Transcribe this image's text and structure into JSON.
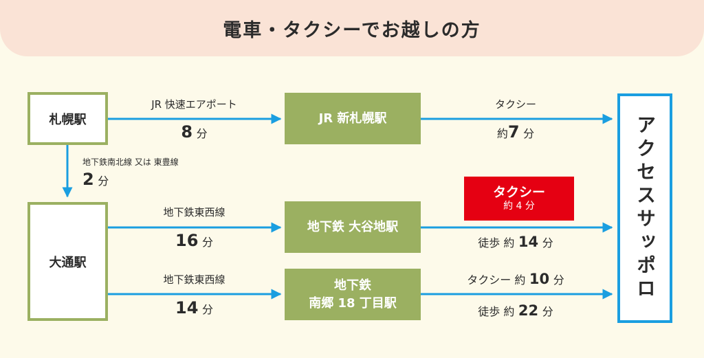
{
  "header": {
    "title": "電車・タクシーでお越しの方"
  },
  "stations": {
    "sapporo": "札幌駅",
    "odori": "大通駅",
    "shin_sapporo": "JR 新札幌駅",
    "oyachi": "地下鉄 大谷地駅",
    "nango_line1": "地下鉄",
    "nango_line2": "南郷 18 丁目駅",
    "destination": "アクセスサッポロ"
  },
  "routes": {
    "sapporo_to_shin": {
      "label": "JR 快速エアポート",
      "num": "8",
      "unit": "分"
    },
    "shin_to_dest": {
      "label": "タクシー",
      "pre": "約",
      "num": "7",
      "unit": "分"
    },
    "sapporo_to_odori": {
      "label": "地下鉄南北線 又は 東豊線",
      "num": "2",
      "unit": "分"
    },
    "odori_to_oyachi": {
      "label": "地下鉄東西線",
      "num": "16",
      "unit": "分"
    },
    "odori_to_nango": {
      "label": "地下鉄東西線",
      "num": "14",
      "unit": "分"
    },
    "oyachi_taxi": {
      "label": "タクシー",
      "time": "約 4 分"
    },
    "oyachi_walk": {
      "pre": "徒歩 約",
      "num": "14",
      "unit": "分"
    },
    "nango_taxi": {
      "pre": "タクシー 約",
      "num": "10",
      "unit": "分"
    },
    "nango_walk": {
      "pre": "徒歩 約",
      "num": "22",
      "unit": "分"
    }
  },
  "colors": {
    "arrow": "#1a9ee0",
    "green": "#9bb061",
    "red": "#e50012",
    "header": "#fae3d6",
    "background": "#fdfaea"
  }
}
